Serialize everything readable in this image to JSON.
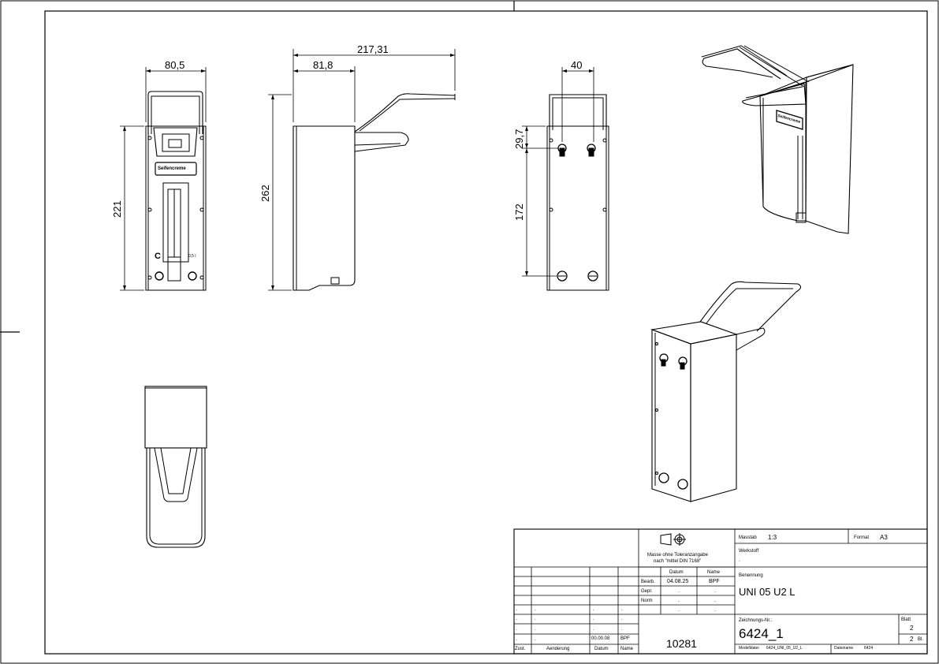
{
  "dimensions": {
    "front_width": "80,5",
    "front_height": "221",
    "side_total_length": "217,31",
    "side_body_depth": "81,8",
    "side_height": "262",
    "rear_hole_spacing": "40",
    "rear_top_offset": "29,7",
    "rear_hole_vertical": "172"
  },
  "product_label": "Seifencreme",
  "title_block": {
    "projection_note_line1": "Masse ohne Toleranzangabe",
    "projection_note_line2": "nach \"mittel DIN 7168\"",
    "scale_label": "Masstab",
    "scale_value": "1:3",
    "format_label": "Format",
    "format_value": "A3",
    "material_label": "Werkstoff",
    "material_value": ".",
    "name_label": "Benennung",
    "name_value": "UNI 05 U2 L",
    "drawing_no_label": "Zeichnungs-Nr.:",
    "drawing_no_value": "6424_1",
    "sheet_label": "Blatt",
    "sheet_value": "2",
    "sheets_total": "2",
    "sheets_suffix": "Bl.",
    "model_file_label": "Modelldatei",
    "model_file_value": "6424_UNI_05_U2_L",
    "data_name_label": "Dateiname",
    "data_name_value": "6424",
    "order_number": "10281",
    "col_date": "Datum",
    "col_name": "Name",
    "row_edit": "Bearb.",
    "row_check": "Gepr.",
    "row_norm": "Norm",
    "edit_date": "04.08.25",
    "edit_name": "BPF",
    "dot": ".",
    "rev_index_header": "Zust.",
    "rev_change_header": "Aenderung",
    "rev_date_header": "Datum",
    "rev_name_header": "Name",
    "rev_date_value": "00.00.08",
    "rev_name_value": "BPF"
  }
}
